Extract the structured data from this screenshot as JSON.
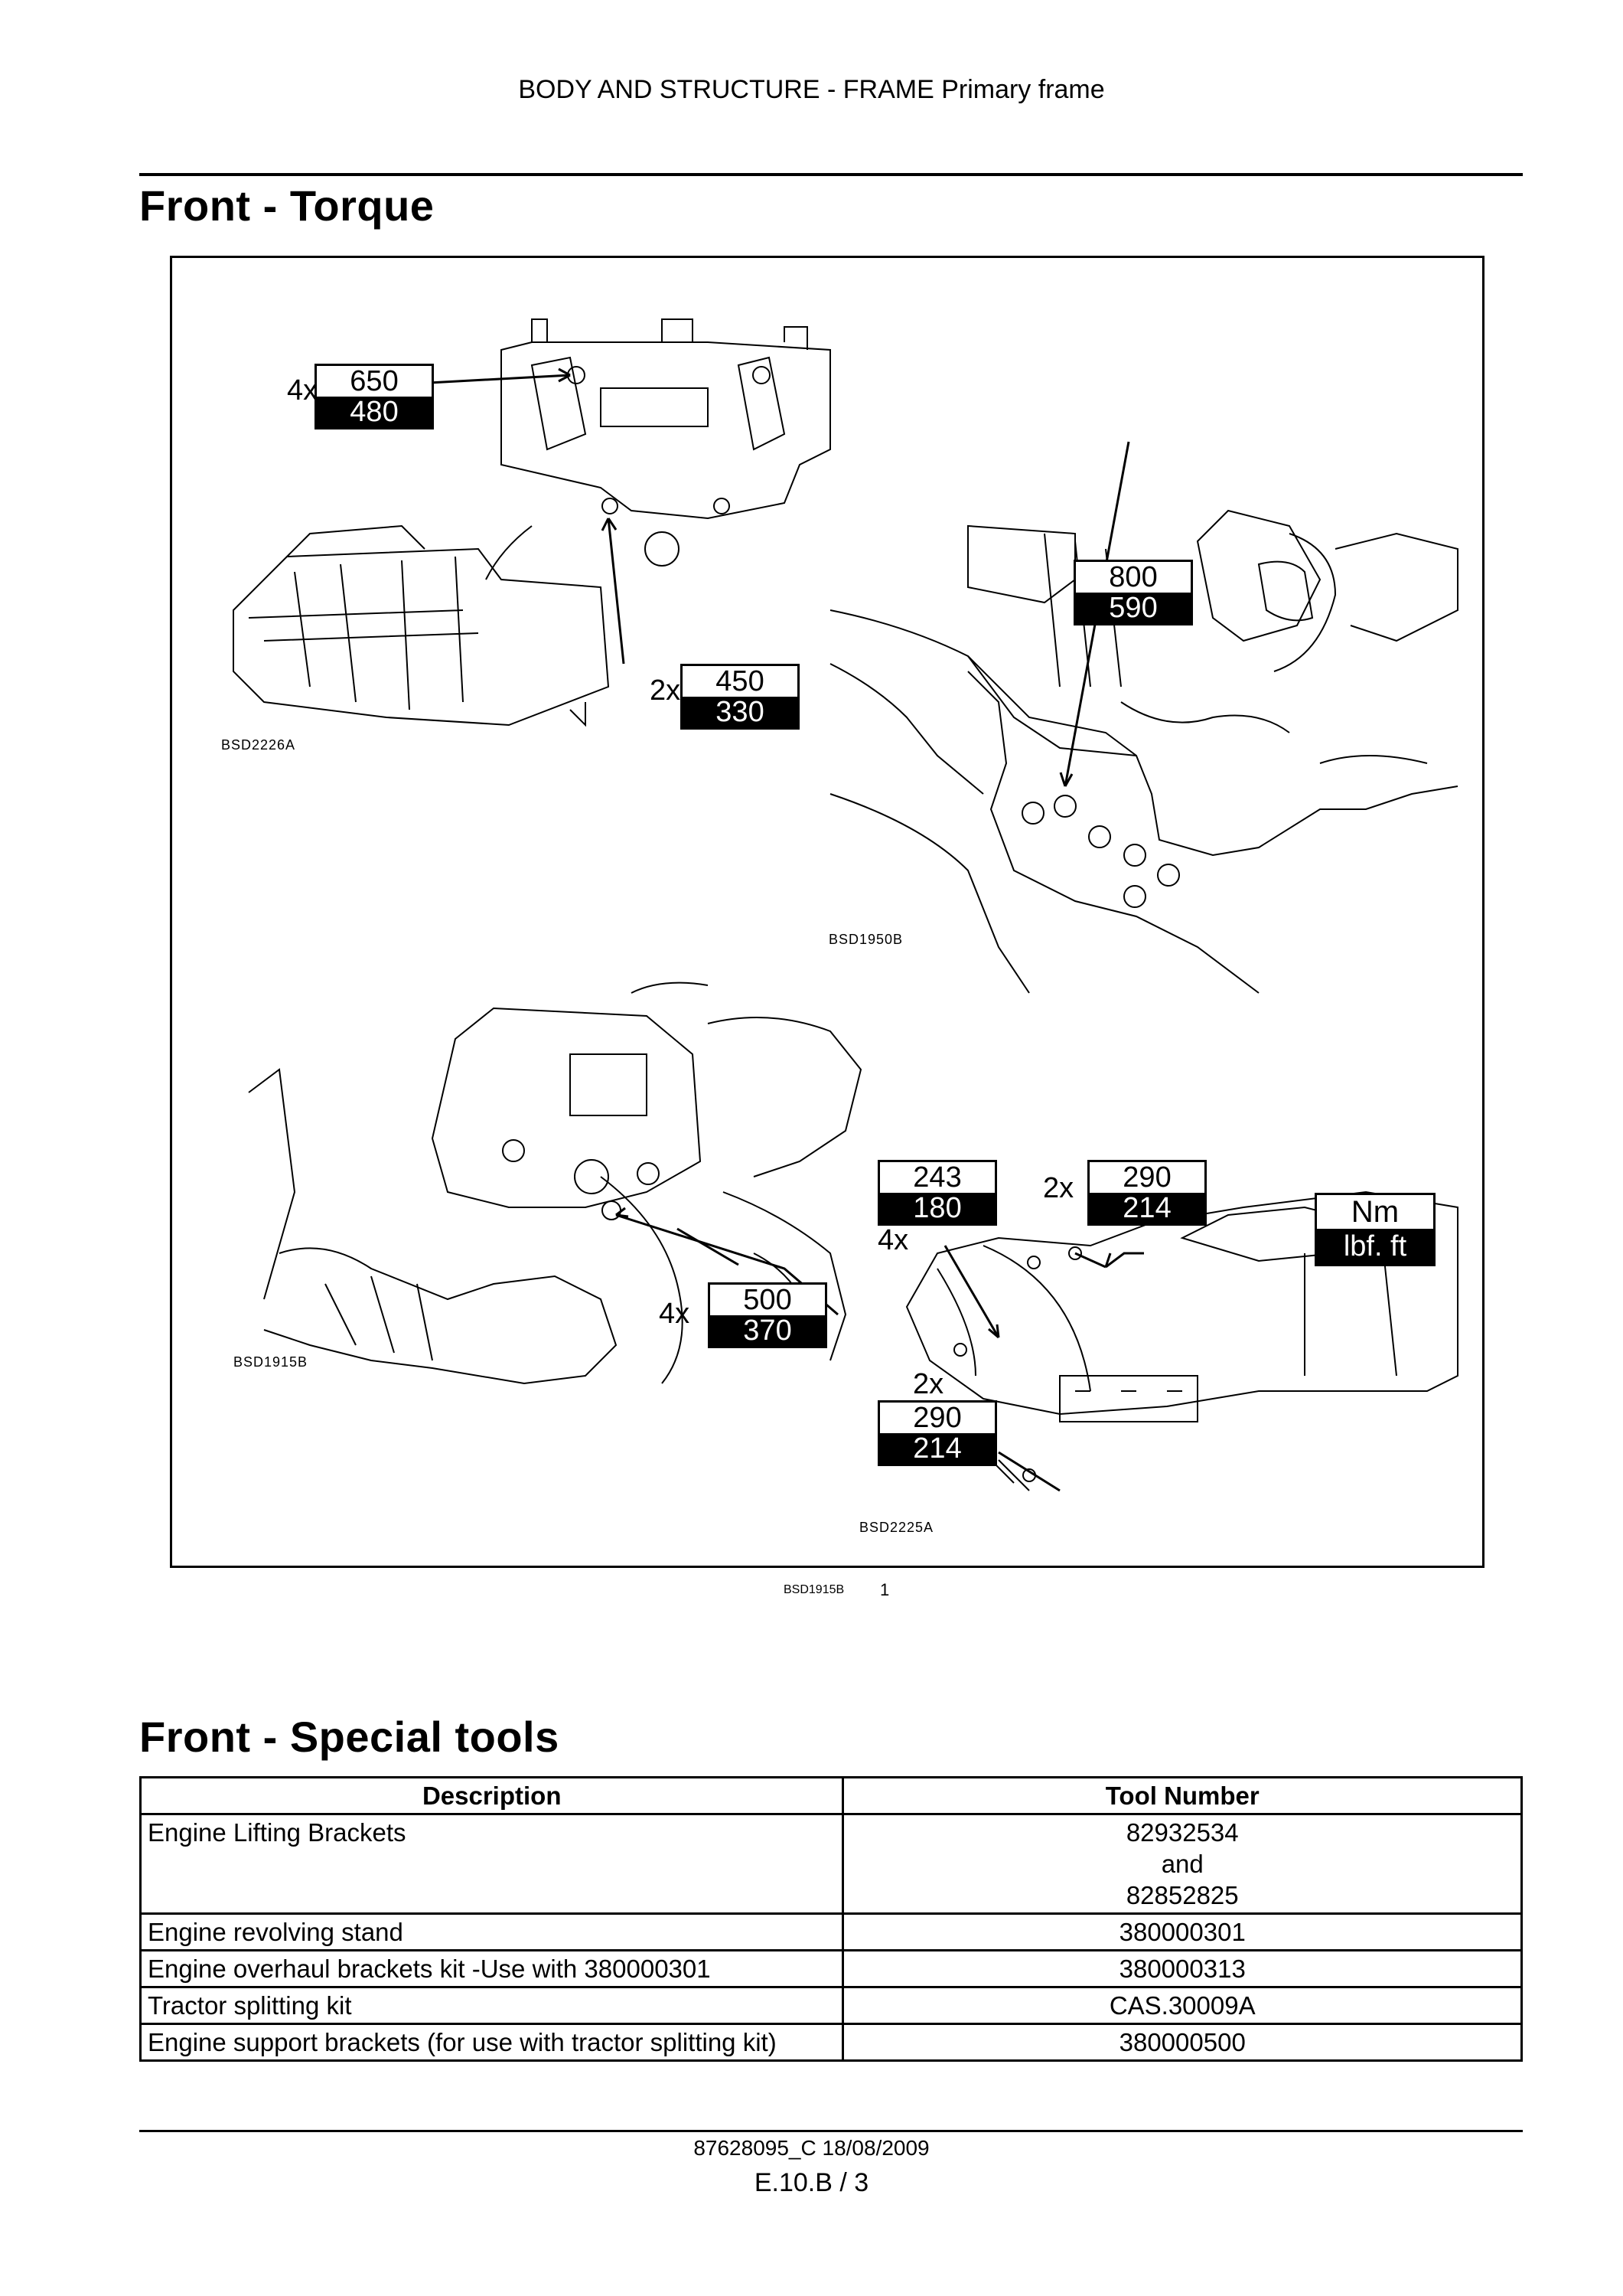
{
  "running_head": "BODY AND STRUCTURE - FRAME Primary frame",
  "torque_section": {
    "title": "Front - Torque",
    "figure": {
      "views": [
        {
          "code": "BSD2226A",
          "callouts": [
            {
              "qty": "4x",
              "nm": "650",
              "lbft": "480"
            },
            {
              "qty": "2x",
              "nm": "450",
              "lbft": "330"
            }
          ]
        },
        {
          "code": "BSD1950B",
          "callouts": [
            {
              "qty": "",
              "nm": "800",
              "lbft": "590"
            }
          ]
        },
        {
          "code": "BSD1915B",
          "callouts": [
            {
              "qty": "4x",
              "nm": "500",
              "lbft": "370"
            }
          ]
        },
        {
          "code": "BSD2225A",
          "callouts": [
            {
              "qty": "4x",
              "nm": "243",
              "lbft": "180"
            },
            {
              "qty": "2x",
              "nm": "290",
              "lbft": "214"
            },
            {
              "qty": "2x",
              "nm": "290",
              "lbft": "214"
            }
          ]
        }
      ],
      "legend": {
        "top": "Nm",
        "bottom": "lbf. ft"
      },
      "caption_code": "BSD1915B",
      "caption_number": "1"
    }
  },
  "tools_section": {
    "title": "Front - Special tools",
    "headers": [
      "Description",
      "Tool Number"
    ],
    "rows": [
      {
        "description": "Engine Lifting Brackets",
        "tool_lines": [
          "82932534",
          "and",
          "82852825"
        ]
      },
      {
        "description": "Engine revolving stand",
        "tool_lines": [
          "380000301"
        ]
      },
      {
        "description": "Engine overhaul brackets kit -Use with 380000301",
        "tool_lines": [
          "380000313"
        ]
      },
      {
        "description": "Tractor splitting kit",
        "tool_lines": [
          "CAS.30009A"
        ]
      },
      {
        "description": "Engine support brackets (for use with tractor splitting kit)",
        "tool_lines": [
          "380000500"
        ]
      }
    ]
  },
  "footer": {
    "doc_code": "87628095_C 18/08/2009",
    "page": "E.10.B / 3"
  }
}
